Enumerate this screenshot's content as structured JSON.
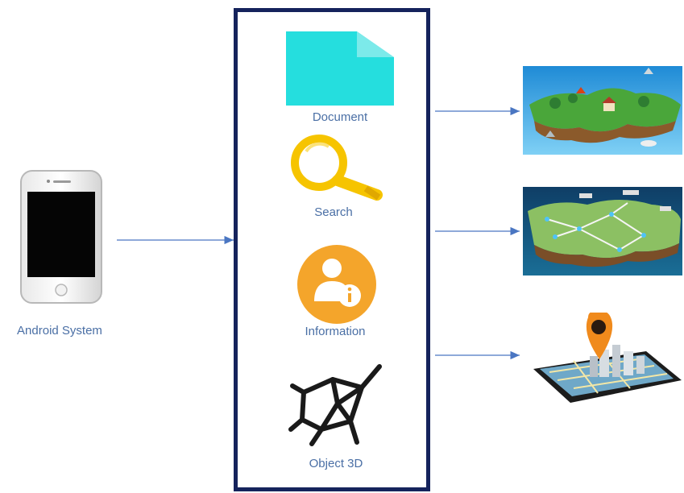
{
  "phone": {
    "label": "Android System"
  },
  "menu": {
    "items": [
      {
        "label": "Document",
        "icon": "document-icon",
        "color": "#25dede"
      },
      {
        "label": "Search",
        "icon": "search-icon",
        "color": "#f6c400"
      },
      {
        "label": "Information",
        "icon": "information-icon",
        "color": "#f4a52b"
      },
      {
        "label": "Object 3D",
        "icon": "cube-3d-icon",
        "color": "#1a1a1a"
      }
    ]
  },
  "colors": {
    "frame": "#15235c",
    "arrow": "#4a76c2",
    "label": "#4a6fa5"
  },
  "outputs": [
    "island-map-image",
    "route-map-image",
    "phone-map-pin-image"
  ]
}
